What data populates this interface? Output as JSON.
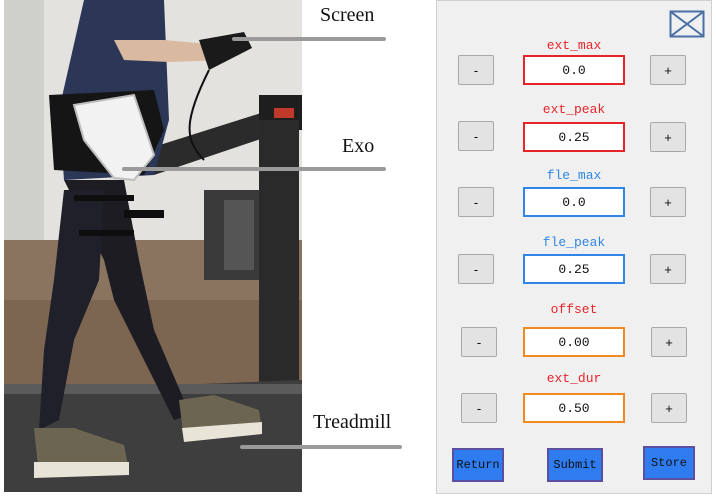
{
  "callouts": {
    "screen": "Screen",
    "exo": "Exo",
    "treadmill": "Treadmill"
  },
  "panel": {
    "minus_label": "-",
    "plus_label": "+",
    "params": [
      {
        "label": "ext_max",
        "value": "0.0",
        "color": "#e8242b"
      },
      {
        "label": "ext_peak",
        "value": "0.25",
        "color": "#e8242b"
      },
      {
        "label": "fle_max",
        "value": "0.0",
        "color": "#2f86e6"
      },
      {
        "label": "fle_peak",
        "value": "0.25",
        "color": "#2f86e6"
      },
      {
        "label": "offset",
        "value": "0.00",
        "color": "#f08a1e"
      },
      {
        "label": "ext_dur",
        "value": "0.50",
        "color": "#f08a1e"
      }
    ],
    "buttons": {
      "return": "Return",
      "submit": "Submit",
      "store": "Store"
    },
    "logo_icon": "hourglass-bowtie-icon"
  }
}
